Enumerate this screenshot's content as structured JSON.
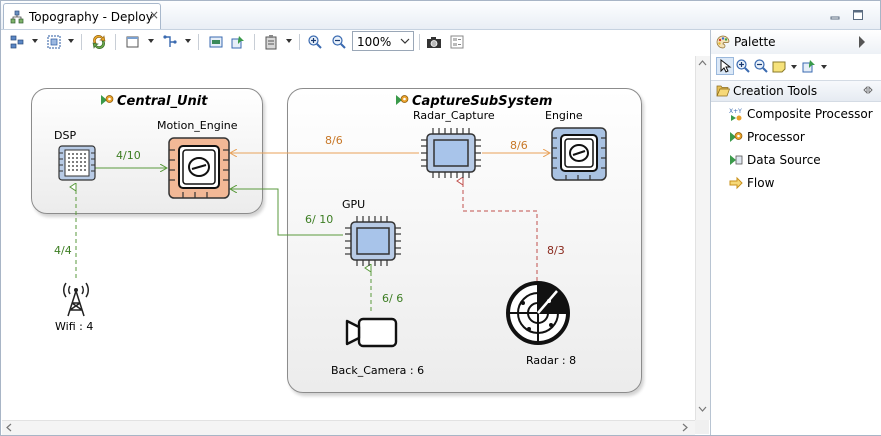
{
  "editor_tab": {
    "title": "Topography - Deploy",
    "close_glyph": "×",
    "icon": "topography-icon"
  },
  "toolbar": {
    "zoom_value": "100%"
  },
  "diagram": {
    "containers": [
      {
        "id": "central_unit",
        "title": "Central_Unit"
      },
      {
        "id": "capture_subsystem",
        "title": "CaptureSubSystem"
      }
    ],
    "nodes": {
      "dsp": "DSP",
      "motion_engine": "Motion_Engine",
      "radar_capture": "Radar_Capture",
      "engine": "Engine",
      "gpu": "GPU",
      "wifi": "Wifi : 4",
      "back_camera": "Back_Camera : 6",
      "radar": "Radar : 8"
    },
    "edges": {
      "dsp_to_motion": "4/10",
      "radar_capture_to_motion": "8/6",
      "radar_capture_to_engine": "8/6",
      "gpu_to_motion": "6/ 10",
      "wifi_to_dsp": "4/4",
      "camera_to_gpu": "6/ 6",
      "radar_to_capture": "8/3"
    },
    "colors": {
      "green_flow": "#5a9a3c",
      "orange_flow": "#e8a25a",
      "red_flow": "#c0504d",
      "edge_label_green": "#3c7d22",
      "edge_label_orange": "#c87828",
      "edge_label_red": "#8b2a1e"
    }
  },
  "palette": {
    "title": "Palette",
    "drawer": "Creation Tools",
    "entries": [
      {
        "label": "Composite Processor",
        "icon": "composite-processor-icon"
      },
      {
        "label": "Processor",
        "icon": "processor-icon"
      },
      {
        "label": "Data Source",
        "icon": "data-source-icon"
      },
      {
        "label": "Flow",
        "icon": "flow-arrow-icon"
      }
    ]
  }
}
